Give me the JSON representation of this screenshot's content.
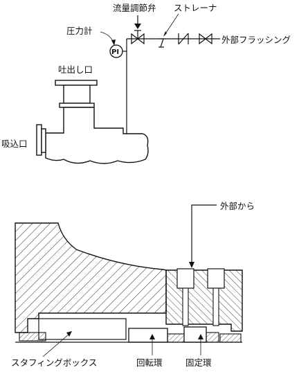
{
  "labels": {
    "flow_valve": "流量調節弁",
    "strainer": "ストレーナ",
    "pressure_gauge": "圧力計",
    "pi": "PI",
    "external_flushing": "外部フラッシング",
    "discharge": "吐出し口",
    "suction": "吸込口",
    "from_outside": "外部から",
    "stuffing_box": "スタフィングボックス",
    "rotating_ring": "回転環",
    "stationary_ring": "固定環"
  }
}
